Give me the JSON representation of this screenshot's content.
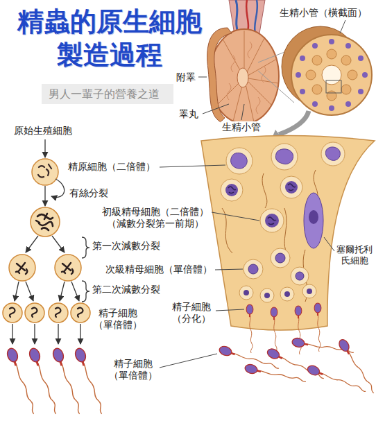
{
  "diagram": {
    "title": "精蟲的原生細胞 製造過程",
    "labels": [
      "男人一輩子的營養之道",
      "生精小管（橫截面）",
      "附睪",
      "睪丸",
      "生精小管",
      "原始生殖細胞",
      "精原細胞（二倍體）",
      "有絲分裂",
      "初級精母細胞（二倍體） （減數分裂第一前期）",
      "第一次減數分裂",
      "塞爾托利 氏細胞",
      "次級精母細胞（單倍體）",
      "第二次減數分裂",
      "精子細胞 （分化）",
      "精子細胞 （單倍體）",
      "精子細胞 （單倍體）"
    ]
  }
}
